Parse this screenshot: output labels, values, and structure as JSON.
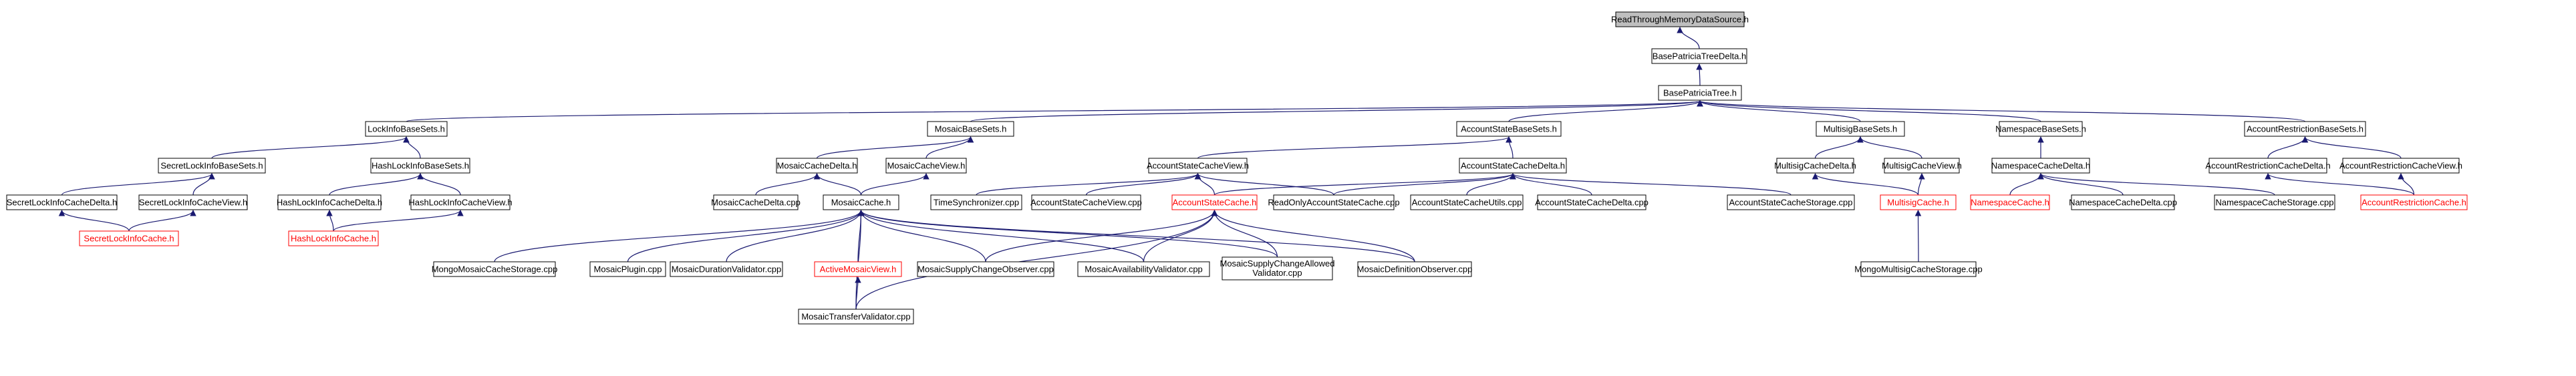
{
  "diagram": {
    "nodes": [
      {
        "id": "n0",
        "label": "ReadThroughMemoryDataSource.h",
        "style": "root"
      },
      {
        "id": "n1",
        "label": "BasePatriciaTreeDelta.h"
      },
      {
        "id": "n2",
        "label": "BasePatriciaTree.h"
      },
      {
        "id": "n3",
        "label": "LockInfoBaseSets.h"
      },
      {
        "id": "n4",
        "label": "MosaicBaseSets.h"
      },
      {
        "id": "n5",
        "label": "AccountStateBaseSets.h"
      },
      {
        "id": "n6",
        "label": "MultisigBaseSets.h"
      },
      {
        "id": "n7",
        "label": "NamespaceBaseSets.h"
      },
      {
        "id": "n8",
        "label": "AccountRestrictionBaseSets.h"
      },
      {
        "id": "n9",
        "label": "SecretLockInfoBaseSets.h"
      },
      {
        "id": "n10",
        "label": "HashLockInfoBaseSets.h"
      },
      {
        "id": "n11",
        "label": "MosaicCacheDelta.h"
      },
      {
        "id": "n12",
        "label": "MosaicCacheView.h"
      },
      {
        "id": "n13",
        "label": "AccountStateCacheView.h"
      },
      {
        "id": "n14",
        "label": "AccountStateCacheDelta.h"
      },
      {
        "id": "n15",
        "label": "MultisigCacheDelta.h"
      },
      {
        "id": "n16",
        "label": "MultisigCacheView.h"
      },
      {
        "id": "n17",
        "label": "NamespaceCacheDelta.h"
      },
      {
        "id": "n18",
        "label": "AccountRestrictionCacheDelta.h"
      },
      {
        "id": "n19",
        "label": "AccountRestrictionCacheView.h"
      },
      {
        "id": "n20",
        "label": "SecretLockInfoCacheDelta.h"
      },
      {
        "id": "n21",
        "label": "SecretLockInfoCacheView.h"
      },
      {
        "id": "n22",
        "label": "HashLockInfoCacheDelta.h"
      },
      {
        "id": "n23",
        "label": "HashLockInfoCacheView.h"
      },
      {
        "id": "n24",
        "label": "MosaicCacheDelta.cpp"
      },
      {
        "id": "n25",
        "label": "MosaicCache.h"
      },
      {
        "id": "n26",
        "label": "TimeSynchronizer.cpp"
      },
      {
        "id": "n27",
        "label": "AccountStateCacheView.cpp"
      },
      {
        "id": "n28",
        "label": "AccountStateCache.h",
        "style": "red"
      },
      {
        "id": "n29",
        "label": "ReadOnlyAccountStateCache.cpp"
      },
      {
        "id": "n30",
        "label": "AccountStateCacheUtils.cpp"
      },
      {
        "id": "n31",
        "label": "AccountStateCacheDelta.cpp"
      },
      {
        "id": "n32",
        "label": "AccountStateCacheStorage.cpp"
      },
      {
        "id": "n33",
        "label": "MultisigCache.h",
        "style": "red"
      },
      {
        "id": "n34",
        "label": "NamespaceCache.h",
        "style": "red"
      },
      {
        "id": "n35",
        "label": "NamespaceCacheDelta.cpp"
      },
      {
        "id": "n36",
        "label": "NamespaceCacheStorage.cpp"
      },
      {
        "id": "n37",
        "label": "AccountRestrictionCache.h",
        "style": "red"
      },
      {
        "id": "n38",
        "label": "SecretLockInfoCache.h",
        "style": "red"
      },
      {
        "id": "n39",
        "label": "HashLockInfoCache.h",
        "style": "red"
      },
      {
        "id": "n40",
        "label": "MongoMosaicCacheStorage.cpp"
      },
      {
        "id": "n41",
        "label": "MosaicPlugin.cpp"
      },
      {
        "id": "n42",
        "label": "MosaicDurationValidator.cpp"
      },
      {
        "id": "n43",
        "label": "ActiveMosaicView.h",
        "style": "red"
      },
      {
        "id": "n44",
        "label": "MosaicSupplyChangeObserver.cpp"
      },
      {
        "id": "n45",
        "label": "MosaicAvailabilityValidator.cpp"
      },
      {
        "id": "n46",
        "label": [
          "MosaicSupplyChangeAllowed",
          "Validator.cpp"
        ]
      },
      {
        "id": "n47",
        "label": "MosaicDefinitionObserver.cpp"
      },
      {
        "id": "n48",
        "label": "MongoMultisigCacheStorage.cpp"
      },
      {
        "id": "n49",
        "label": "MosaicTransferValidator.cpp"
      }
    ],
    "edges": [
      [
        "n1",
        "n0"
      ],
      [
        "n2",
        "n1"
      ],
      [
        "n3",
        "n2"
      ],
      [
        "n4",
        "n2"
      ],
      [
        "n5",
        "n2"
      ],
      [
        "n6",
        "n2"
      ],
      [
        "n7",
        "n2"
      ],
      [
        "n8",
        "n2"
      ],
      [
        "n9",
        "n3"
      ],
      [
        "n10",
        "n3"
      ],
      [
        "n11",
        "n4"
      ],
      [
        "n12",
        "n4"
      ],
      [
        "n13",
        "n5"
      ],
      [
        "n14",
        "n5"
      ],
      [
        "n15",
        "n6"
      ],
      [
        "n16",
        "n6"
      ],
      [
        "n17",
        "n7"
      ],
      [
        "n18",
        "n8"
      ],
      [
        "n19",
        "n8"
      ],
      [
        "n20",
        "n9"
      ],
      [
        "n21",
        "n9"
      ],
      [
        "n22",
        "n10"
      ],
      [
        "n23",
        "n10"
      ],
      [
        "n24",
        "n11"
      ],
      [
        "n25",
        "n11"
      ],
      [
        "n25",
        "n12"
      ],
      [
        "n26",
        "n13"
      ],
      [
        "n27",
        "n13"
      ],
      [
        "n28",
        "n13"
      ],
      [
        "n29",
        "n13"
      ],
      [
        "n28",
        "n14"
      ],
      [
        "n29",
        "n14"
      ],
      [
        "n30",
        "n14"
      ],
      [
        "n31",
        "n14"
      ],
      [
        "n32",
        "n14"
      ],
      [
        "n33",
        "n15"
      ],
      [
        "n33",
        "n16"
      ],
      [
        "n34",
        "n17"
      ],
      [
        "n35",
        "n17"
      ],
      [
        "n36",
        "n17"
      ],
      [
        "n37",
        "n18"
      ],
      [
        "n37",
        "n19"
      ],
      [
        "n38",
        "n20"
      ],
      [
        "n38",
        "n21"
      ],
      [
        "n39",
        "n22"
      ],
      [
        "n39",
        "n23"
      ],
      [
        "n40",
        "n25"
      ],
      [
        "n41",
        "n25"
      ],
      [
        "n42",
        "n25"
      ],
      [
        "n43",
        "n25"
      ],
      [
        "n44",
        "n25"
      ],
      [
        "n45",
        "n25"
      ],
      [
        "n46",
        "n25"
      ],
      [
        "n47",
        "n25"
      ],
      [
        "n49",
        "n25"
      ],
      [
        "n44",
        "n28"
      ],
      [
        "n45",
        "n28"
      ],
      [
        "n46",
        "n28"
      ],
      [
        "n47",
        "n28"
      ],
      [
        "n49",
        "n28"
      ],
      [
        "n49",
        "n43"
      ],
      [
        "n48",
        "n33"
      ]
    ]
  }
}
